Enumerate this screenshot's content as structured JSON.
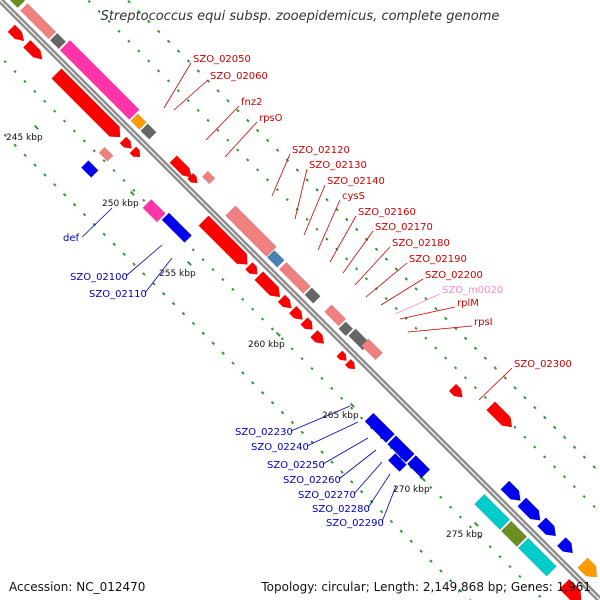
{
  "title": "Streptococcus equi subsp. zooepidemicus, complete genome",
  "footer": {
    "accession": "Accession: NC_012470",
    "summary": "Topology: circular; Length: 2,149,868 bp; Genes: 1,961"
  },
  "axis": {
    "tick_labels": [
      "245 kbp",
      "250 kbp",
      "255 kbp",
      "260 kbp",
      "265 kbp",
      "270 kbp",
      "275 kbp"
    ]
  },
  "colors": {
    "backbone": "#8c8c8c",
    "gc_dots": "#339933",
    "forward_label": "#cc0000",
    "reverse_label": "#0000bb",
    "rna_label": "#ff88cc",
    "gene_red": "#ff0000",
    "gene_pink": "#f08080",
    "gene_magenta": "#ff33aa",
    "gene_blue": "#0000ee",
    "gene_cyan": "#00cccc",
    "gene_olive": "#6b8e23",
    "gene_gray": "#666666",
    "gene_steel": "#4682b4",
    "gene_orange": "#ff9900"
  },
  "gene_labels": {
    "forward": [
      "SZO_02050",
      "SZO_02060",
      "fnz2",
      "rpsO",
      "SZO_02120",
      "SZO_02130",
      "SZO_02140",
      "cysS",
      "SZO_02160",
      "SZO_02170",
      "SZO_02180",
      "SZO_02190",
      "SZO_02200",
      "rplM",
      "rpsI",
      "SZO_02300"
    ],
    "rna": [
      "SZO_m0020"
    ],
    "reverse": [
      "def",
      "SZO_02100",
      "SZO_02110",
      "SZO_02230",
      "SZO_02240",
      "SZO_02250",
      "SZO_02260",
      "SZO_02270",
      "SZO_02280",
      "SZO_02290"
    ]
  }
}
